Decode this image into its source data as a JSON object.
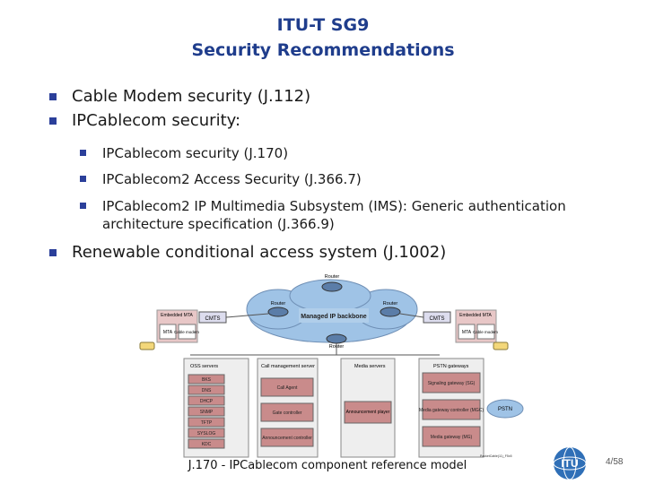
{
  "title": {
    "line1": "ITU-T SG9",
    "line2": "Security Recommendations"
  },
  "bullets": [
    {
      "text": "Cable Modem security (J.112)"
    },
    {
      "text": "IPCablecom security:"
    },
    {
      "sub": [
        {
          "text": "IPCablecom security (J.170)"
        },
        {
          "text": "IPCablecom2 Access Security (J.366.7)"
        },
        {
          "text": "IPCablecom2 IP Multimedia Subsystem (IMS): Generic authentication architecture specification (J.366.9)"
        }
      ]
    },
    {
      "text": "Renewable conditional access system (J.1002)"
    }
  ],
  "diagram": {
    "cloud_label": "Managed IP backbone",
    "router": "Router",
    "cmts": "CMTS",
    "embedded_mta": "Embedded MTA",
    "mta": "MTA",
    "cable_modem": "Cable modem",
    "oss_title": "OSS servers",
    "oss_items": [
      "BKS",
      "DNS",
      "DHCP",
      "SNMP",
      "TFTP",
      "SYSLOG",
      "KDC"
    ],
    "call_mgmt_title": "Call management server",
    "call_mgmt_items": [
      "Call Agent",
      "Gate controller",
      "Announcement controller"
    ],
    "media_title": "Media servers",
    "media_items": [
      "Announcement player"
    ],
    "pstn_gw_title": "PSTN gateways",
    "pstn_gw_items": [
      "Signaling gateway (SG)",
      "Media gateway controller (MGC)",
      "Media gateway (MG)"
    ],
    "pstn": "PSTN",
    "ref": "PacketCable(11)_F5x5"
  },
  "caption": "J.170 - IPCablecom component reference model",
  "page": "4/58",
  "logo": "ITU"
}
